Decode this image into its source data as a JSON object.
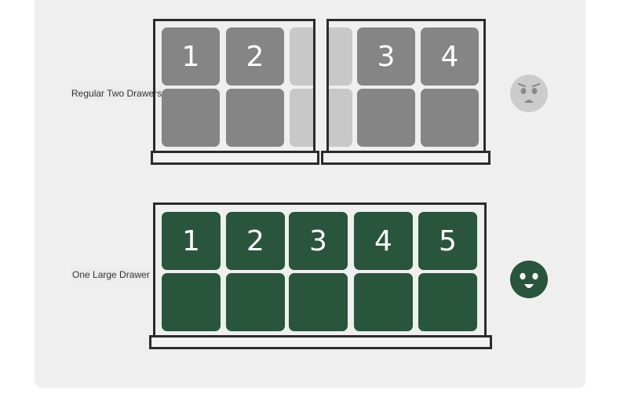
{
  "colors": {
    "panel_bg": "#efefef",
    "drawer_outline": "#2b2b2b",
    "box_gray": "#858585",
    "box_ghost": "#c8c8c8",
    "box_green": "#28553c",
    "face_sad": "#cccccc",
    "face_happy": "#28553c"
  },
  "rows": [
    {
      "label": "Regular Two Drawers",
      "box_numbers": [
        "1",
        "2",
        "3",
        "4"
      ],
      "face_icon": "sad-face-icon"
    },
    {
      "label": "One Large Drawer",
      "box_numbers": [
        "1",
        "2",
        "3",
        "4",
        "5"
      ],
      "face_icon": "happy-face-icon"
    }
  ]
}
